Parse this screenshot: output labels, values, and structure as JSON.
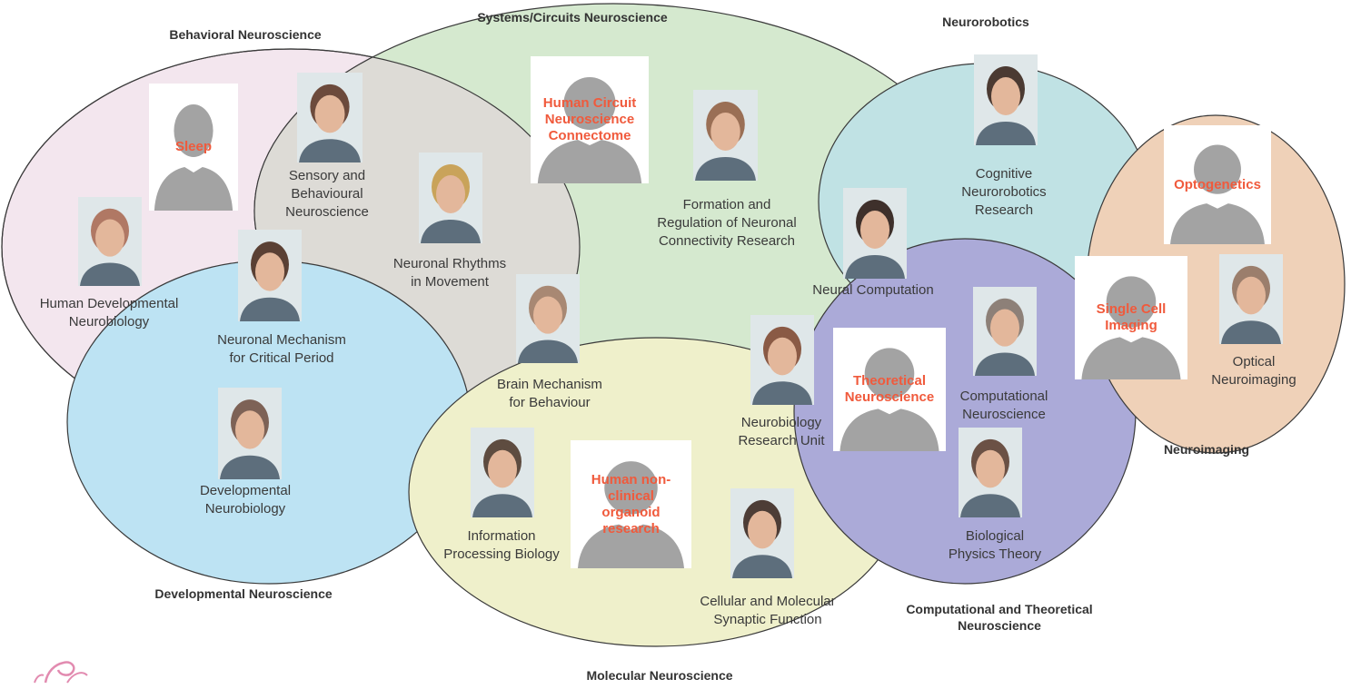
{
  "colors": {
    "behavioral": "#f3e6ee",
    "systems": "#d5e9cf",
    "systems_overlap": "#dddbd6",
    "developmental": "#bde3f3",
    "molecular": "#eff0cb",
    "neurorobotics": "#c0e2e4",
    "computational": "#abaad8",
    "neuroimaging": "#efd1b8",
    "outline": "#3a3a3a",
    "open_position": "#f05a3c",
    "placeholder": "#a3a3a3"
  },
  "domains": {
    "behavioral": "Behavioral Neuroscience",
    "systems": "Systems/Circuits Neuroscience",
    "neurorobotics": "Neurorobotics",
    "neuroimaging": "Neuroimaging",
    "developmental": "Developmental Neuroscience",
    "computational": "Computational and Theoretical\nNeuroscience",
    "molecular": "Molecular Neuroscience"
  },
  "units": {
    "human_developmental": "Human Developmental\nNeurobiology",
    "sensory_behavioural": "Sensory and\nBehavioural\nNeuroscience",
    "neuronal_rhythms": "Neuronal Rhythms\nin Movement",
    "critical_period": "Neuronal Mechanism\nfor Critical Period",
    "developmental_neurobiology": "Developmental\nNeurobiology",
    "formation_regulation": "Formation and\nRegulation of Neuronal\nConnectivity Research",
    "cognitive_neurorobotics": "Cognitive\nNeurorobotics\nResearch",
    "neural_computation": "Neural Computation",
    "brain_mechanism": "Brain Mechanism\nfor Behaviour",
    "neurobiology_research": "Neurobiology\nResearch Unit",
    "computational_neuroscience": "Computational\nNeuroscience",
    "optical_neuroimaging": "Optical\nNeuroimaging",
    "information_processing": "Information\nProcessing Biology",
    "cellular_molecular": "Cellular and Molecular\nSynaptic Function",
    "biological_physics": "Biological\nPhysics Theory"
  },
  "open_positions": {
    "sleep": "Sleep",
    "human_circuit": "Human Circuit\nNeuroscience\nConnectome",
    "optogenetics": "Optogenetics",
    "single_cell": "Single Cell\nImaging",
    "theoretical": "Theoretical\nNeuroscience",
    "organoid": "Human non-\nclinical\norganoid\nresearch"
  },
  "photo_icons": {
    "placeholder": "person-silhouette-icon",
    "portrait": "portrait-icon"
  },
  "logo": {
    "icon": "logo-icon"
  }
}
